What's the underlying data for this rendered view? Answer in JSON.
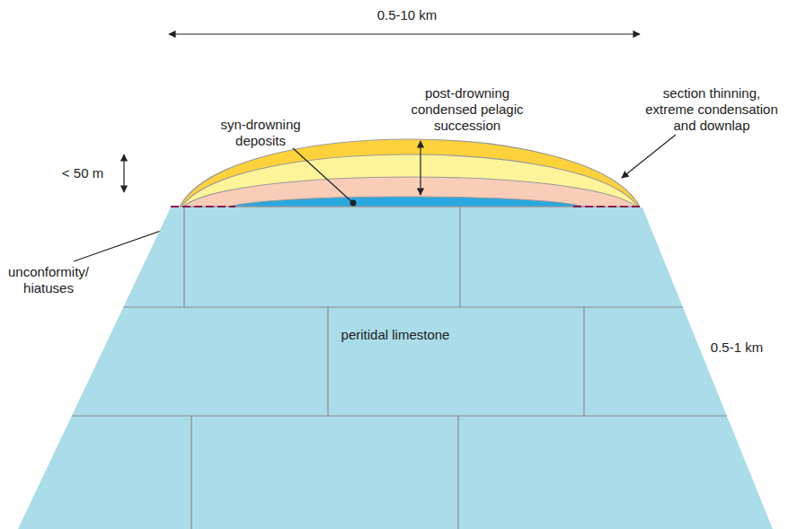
{
  "diagram": {
    "nodes": [
      {
        "text": [
          "peritidal limestone"
        ]
      }
    ],
    "labels": [
      "0.5-10 km",
      "post-drowning condensed pelagic succession",
      "section thinning, extreme condensation and downlap",
      "syn-drowning deposits",
      "< 50 m",
      "unconformity/ hiatuses",
      "0.5-1 km"
    ]
  }
}
